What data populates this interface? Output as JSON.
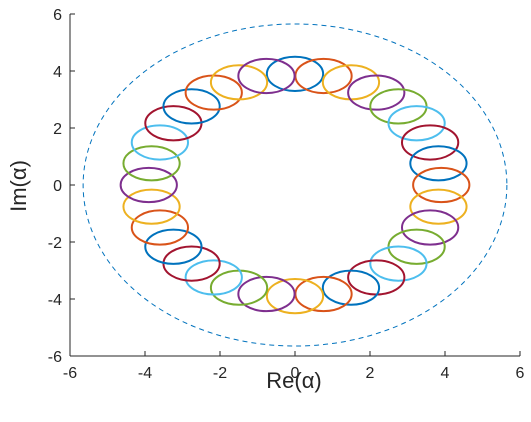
{
  "chart_data": {
    "type": "scatter",
    "title": "",
    "xlabel": "Re(α)",
    "ylabel": "Im(α)",
    "xlim": [
      -6,
      6
    ],
    "ylim": [
      -6,
      6
    ],
    "xticks": [
      "-6",
      "-4",
      "-2",
      "0",
      "2",
      "4",
      "6"
    ],
    "yticks": [
      "-6",
      "-4",
      "-2",
      "0",
      "2",
      "4",
      "6"
    ],
    "xtick_values": [
      -6,
      -4,
      -2,
      0,
      2,
      4,
      6
    ],
    "ytick_values": [
      -6,
      -4,
      -2,
      0,
      2,
      4,
      6
    ],
    "grid": false,
    "boundary_circle": {
      "center": [
        0,
        0
      ],
      "radius": 5.65,
      "color": "#0072BD",
      "style": "dashed"
    },
    "small_circles": {
      "ring_radius": 3.9,
      "count": 32,
      "circle_rx": 0.75,
      "circle_ry": 0.6
    },
    "colors": [
      "#0072BD",
      "#D95319",
      "#EDB120",
      "#7E2F8E",
      "#77AC30",
      "#4DBEEE",
      "#A2142F"
    ]
  }
}
